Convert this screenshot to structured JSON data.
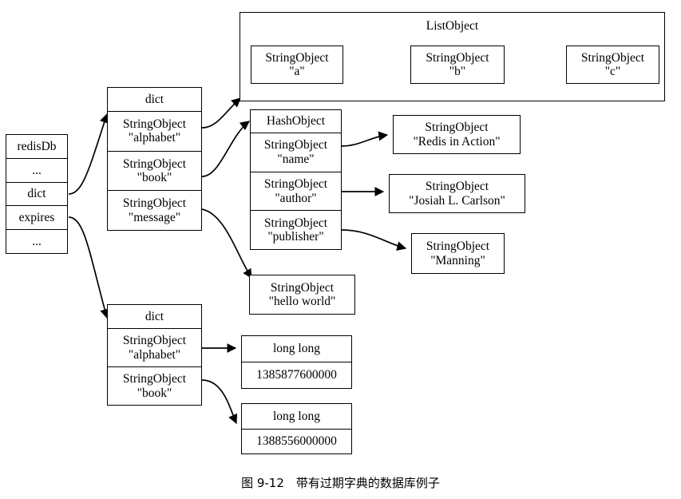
{
  "figure": {
    "caption": "图 9-12　带有过期字典的数据库例子"
  },
  "nodes": {
    "redisdb": {
      "name": "redisDb-struct",
      "rows": [
        {
          "l1": "redisDb",
          "l2": ""
        },
        {
          "l1": "...",
          "l2": ""
        },
        {
          "l1": "dict",
          "l2": ""
        },
        {
          "l1": "expires",
          "l2": ""
        },
        {
          "l1": "...",
          "l2": ""
        }
      ]
    },
    "key_dict": {
      "name": "key-space-dict",
      "rows": [
        {
          "l1": "dict",
          "l2": ""
        },
        {
          "l1": "StringObject",
          "l2": "\"alphabet\""
        },
        {
          "l1": "StringObject",
          "l2": "\"book\""
        },
        {
          "l1": "StringObject",
          "l2": "\"message\""
        }
      ]
    },
    "expires_dict": {
      "name": "expires-dict",
      "rows": [
        {
          "l1": "dict",
          "l2": ""
        },
        {
          "l1": "StringObject",
          "l2": "\"alphabet\""
        },
        {
          "l1": "StringObject",
          "l2": "\"book\""
        }
      ]
    },
    "hash_object": {
      "name": "hash-object",
      "rows": [
        {
          "l1": "HashObject",
          "l2": ""
        },
        {
          "l1": "StringObject",
          "l2": "\"name\""
        },
        {
          "l1": "StringObject",
          "l2": "\"author\""
        },
        {
          "l1": "StringObject",
          "l2": "\"publisher\""
        }
      ]
    },
    "list_object": {
      "name": "list-object-container",
      "title": "ListObject",
      "items": [
        {
          "l1": "StringObject",
          "l2": "\"a\""
        },
        {
          "l1": "StringObject",
          "l2": "\"b\""
        },
        {
          "l1": "StringObject",
          "l2": "\"c\""
        }
      ]
    },
    "value_redis_in_action": {
      "l1": "StringObject",
      "l2": "\"Redis in Action\""
    },
    "value_josiah": {
      "l1": "StringObject",
      "l2": "\"Josiah L. Carlson\""
    },
    "value_manning": {
      "l1": "StringObject",
      "l2": "\"Manning\""
    },
    "value_hello_world": {
      "l1": "StringObject",
      "l2": "\"hello world\""
    },
    "expire_alphabet": {
      "name": "long-long-alphabet",
      "rows": [
        {
          "l1": "long long",
          "l2": ""
        },
        {
          "l1": "1385877600000",
          "l2": ""
        }
      ]
    },
    "expire_book": {
      "name": "long-long-book",
      "rows": [
        {
          "l1": "long long",
          "l2": ""
        },
        {
          "l1": "1388556000000",
          "l2": ""
        }
      ]
    }
  },
  "style": {
    "stroke": "#000000",
    "fill": "#ffffff"
  }
}
